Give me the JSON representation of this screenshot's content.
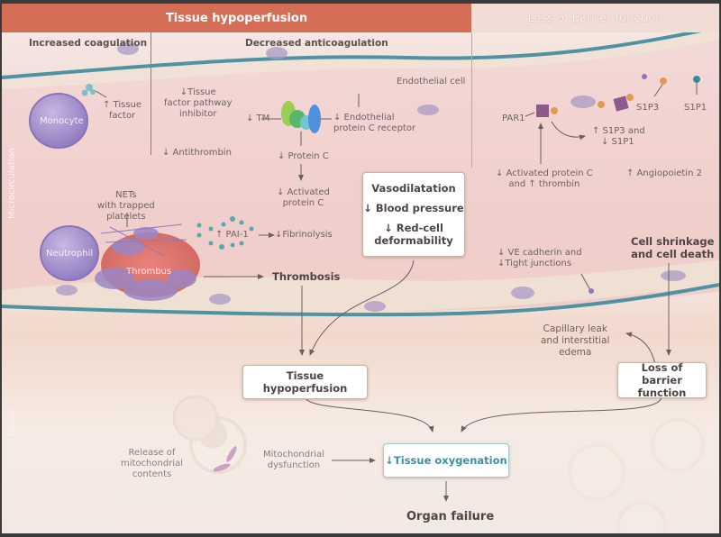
{
  "headers": {
    "left": "Tissue hypoperfusion",
    "right": "Loss of barrier function"
  },
  "subheaders": {
    "increased_coagulation": "Increased coagulation",
    "decreased_anticoagulation": "Decreased anticoagulation"
  },
  "side_labels": {
    "microcirculation": "Microcirculation",
    "tissue": "Tissue"
  },
  "cells": {
    "monocyte": "Monocyte",
    "neutrophil": "Neutrophil",
    "thrombus": "Thrombus",
    "endothelial_cell": "Endothelial cell"
  },
  "coagulation": {
    "tissue_factor": [
      "↑ Tissue",
      "factor"
    ],
    "nets": [
      "NETs",
      "with trapped",
      "platelets"
    ],
    "thrombosis": "Thrombosis"
  },
  "anticoagulation": {
    "tfpi": [
      "↓Tissue",
      "factor pathway",
      "inhibitor"
    ],
    "antithrombin": "↓ Antithrombin",
    "tm": "↓ TM",
    "epcr": [
      "↓ Endothelial",
      "protein C receptor"
    ],
    "protein_c": "↓ Protein C",
    "activated_protein_c": [
      "↓ Activated",
      "protein C"
    ],
    "pai1": "↑ PAI-1",
    "fibrinolysis": "↓Fibrinolysis"
  },
  "vaso_box": {
    "line1": "Vasodilatation",
    "line2": "↓ Blood pressure",
    "line3a": "↓ Red-cell",
    "line3b": "deformability"
  },
  "barrier": {
    "par1": "PAR1",
    "s1p3": "S1P3",
    "s1p1": "S1P1",
    "s1p3_s1p1": [
      "↑ S1P3 and",
      "↓ S1P1"
    ],
    "apc_thrombin": [
      "↓ Activated protein C",
      "and ↑ thrombin"
    ],
    "angiopoietin": "↑ Angiopoietin 2",
    "ve_cadherin": [
      "↓ VE cadherin and",
      "↓Tight junctions"
    ],
    "cell_shrinkage": [
      "Cell shrinkage",
      "and cell death"
    ],
    "capillary_leak": [
      "Capillary leak",
      "and interstitial",
      "edema"
    ]
  },
  "tissue": {
    "hypoperfusion_box": "Tissue hypoperfusion",
    "loss_barrier_box": [
      "Loss of",
      "barrier function"
    ],
    "release": [
      "Release of",
      "mitochondrial",
      "contents"
    ],
    "mito_dysfunction": [
      "Mitochondrial",
      "dysfunction"
    ],
    "oxygenation_box": "↓Tissue oxygenation",
    "organ_failure": "Organ failure"
  },
  "colors": {
    "header_accent": "#d46e57",
    "header_muted": "#f1dcd6",
    "vessel_wall": "#4f93a3",
    "oxygenation_text": "#3b8fa5",
    "cell_purple": "#9b86c4",
    "thrombus_red": "#d9584f"
  }
}
